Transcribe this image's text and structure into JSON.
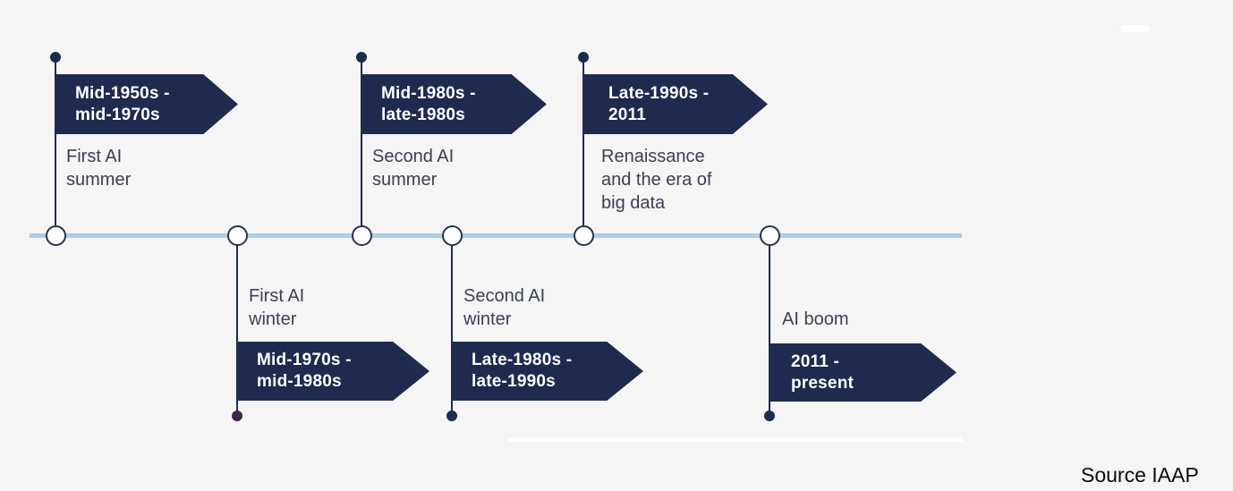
{
  "theme": {
    "background": "#f5f5f6",
    "navy": "#1e2b4e",
    "timeline-blue": "#a9cfe2",
    "node-border": "#273350",
    "text": "#3b4152",
    "first-winter-dot": "#44204e"
  },
  "timeline": {
    "milestones": [
      {
        "period": "Mid-1950s -\nmid-1970s",
        "label": "First AI\nsummer",
        "side": "top"
      },
      {
        "period": "Mid-1970s -\nmid-1980s",
        "label": "First AI\nwinter",
        "side": "bottom"
      },
      {
        "period": "Mid-1980s -\nlate-1980s",
        "label": "Second AI\nsummer",
        "side": "top"
      },
      {
        "period": "Late-1980s -\nlate-1990s",
        "label": "Second AI\nwinter",
        "side": "bottom"
      },
      {
        "period": "Late-1990s -\n2011",
        "label": "Renaissance\nand the era of\nbig data",
        "side": "top"
      },
      {
        "period": "2011 -\npresent",
        "label": "AI boom",
        "side": "bottom"
      }
    ]
  },
  "source": {
    "text": "Source IAAP"
  }
}
